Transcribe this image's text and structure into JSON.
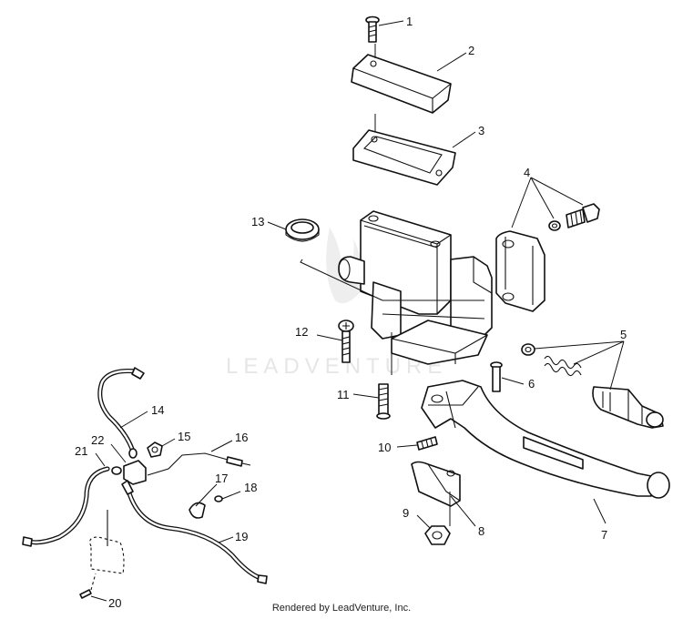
{
  "watermark": "LEADVENTURE",
  "footer": "Rendered by LeadVenture, Inc.",
  "callouts": [
    "1",
    "2",
    "3",
    "4",
    "5",
    "6",
    "7",
    "8",
    "9",
    "10",
    "11",
    "12",
    "13",
    "14",
    "15",
    "16",
    "17",
    "18",
    "19",
    "20",
    "21",
    "22"
  ]
}
